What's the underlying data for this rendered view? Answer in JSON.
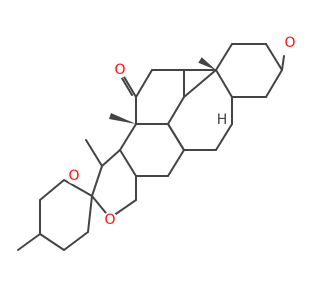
{
  "molecule": {
    "atom_labels": {
      "hydroxyl_o": "O",
      "hydroxyl_h": "H",
      "ketone_o": "O",
      "spiro_ring_o": "O",
      "furan_ring_o": "O",
      "ring_junction_h": "H"
    },
    "methyl_labels": {
      "c10_methyl": "",
      "c13_methyl": ""
    },
    "colors": {
      "bond": "#444444",
      "heteroatom_oxygen": "#ff0d0d",
      "background": "#ffffff"
    }
  }
}
